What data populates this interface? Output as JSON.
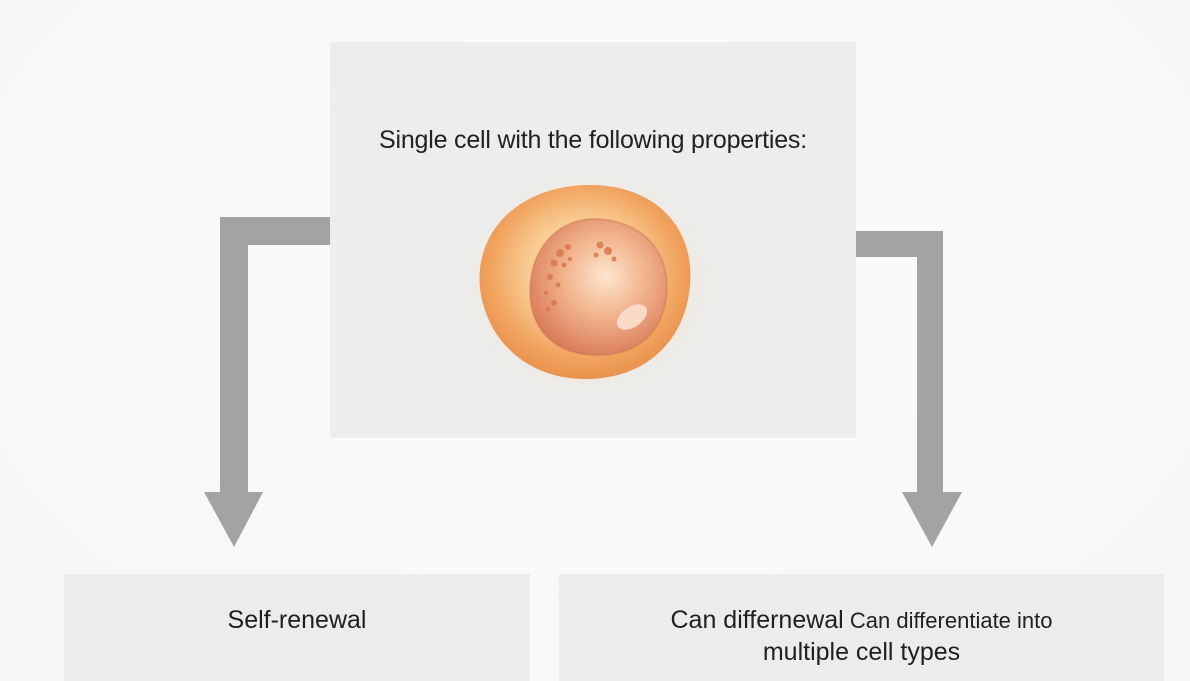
{
  "diagram": {
    "top_box": {
      "title": "Single cell with the following properties:"
    },
    "left_box": {
      "label": "Self-renewal"
    },
    "right_box": {
      "line1_part1": "Can differnewal",
      "line1_part2": "Can differentiate into",
      "line2": "multiple cell types"
    }
  },
  "icons": {
    "cell": "cell-illustration-icon",
    "left_arrow": "down-arrow-icon",
    "right_arrow": "down-arrow-icon"
  },
  "colors": {
    "panel": "#ececea",
    "arrow": "#a3a3a3",
    "cell_outer": "#ee9d55",
    "cell_nucleus": "#e08158",
    "text": "#222222"
  }
}
